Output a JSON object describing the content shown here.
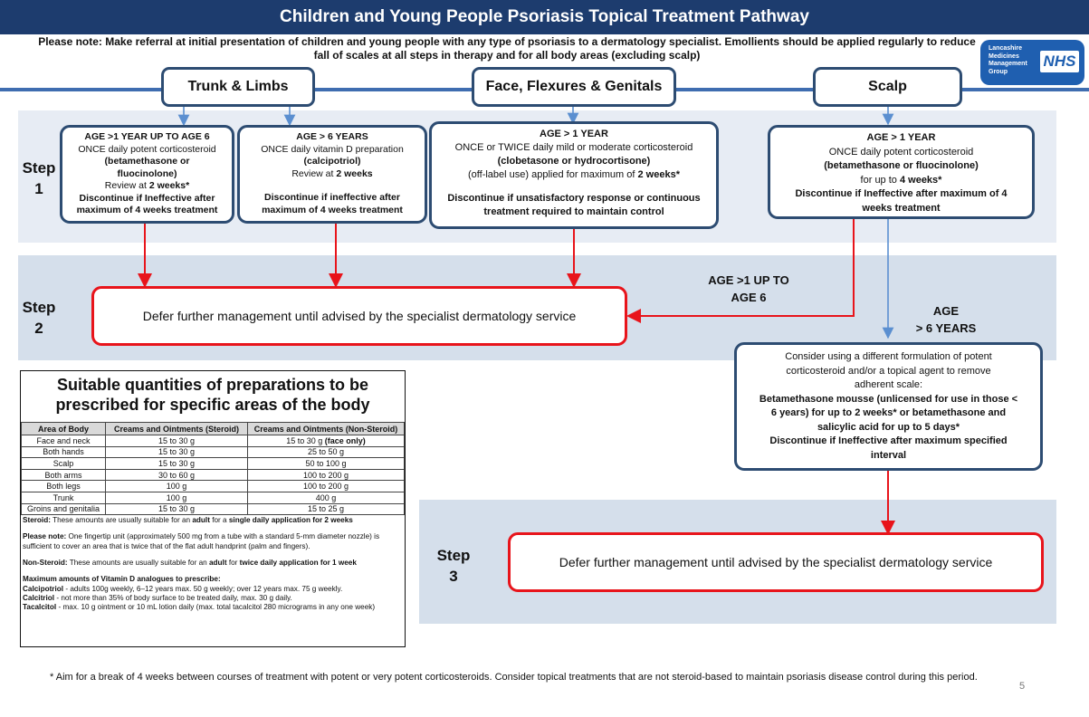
{
  "title": "Children and Young People Psoriasis Topical Treatment Pathway",
  "note": "Please note: Make referral at initial presentation of children and young people with any type of psoriasis to a dermatology specialist. Emollients should be applied regularly to reduce fall of scales at all steps in therapy and for all body areas (excluding scalp)",
  "logo": {
    "text": "Lancashire Medicines Management Group",
    "nhs": "NHS"
  },
  "headers": {
    "trunk": "Trunk & Limbs",
    "face": "Face, Flexures & Genitals",
    "scalp": "Scalp"
  },
  "steps": {
    "step1": {
      "word": "Step",
      "num": "1"
    },
    "step2": {
      "word": "Step",
      "num": "2"
    },
    "step3": {
      "word": "Step",
      "num": "3"
    }
  },
  "boxes": {
    "trunk_young": {
      "age": "AGE >1 YEAR UP TO AGE 6",
      "l1": "ONCE daily potent corticosteroid",
      "l2": "(betamethasone or",
      "l3": "fluocinolone)",
      "review": "Review at ",
      "review_b": "2 weeks*",
      "disc1": "Discontinue if Ineffective after",
      "disc2": "maximum of 4 weeks treatment"
    },
    "trunk_older": {
      "age": "AGE > 6 YEARS",
      "l1": "ONCE daily vitamin D preparation",
      "l2": "(calcipotriol)",
      "review": "Review at ",
      "review_b": "2 weeks",
      "disc1": "Discontinue if ineffective after",
      "disc2": "maximum of 4 weeks treatment"
    },
    "face": {
      "age": "AGE > 1 YEAR",
      "l1": "ONCE or TWICE daily mild or moderate corticosteroid",
      "l2": "(clobetasone or hydrocortisone)",
      "l3": "(off-label use) applied for maximum of ",
      "l3_b": "2 weeks*",
      "disc1": "Discontinue if unsatisfactory response or continuous",
      "disc2": "treatment required to maintain control"
    },
    "scalp": {
      "age": "AGE > 1 YEAR",
      "l1": "ONCE daily potent corticosteroid",
      "l2": "(betamethasone or fluocinolone)",
      "l3": "for up to ",
      "l3_b": "4 weeks*",
      "disc1": "Discontinue if Ineffective after maximum of 4",
      "disc2": "weeks treatment"
    },
    "scalp_step2": {
      "l1": "Consider using a different formulation of potent",
      "l2": "corticosteroid and/or a topical agent to remove",
      "l3": "adherent scale:",
      "b1": "Betamethasone mousse (unlicensed for use in those <",
      "b2": "6 years) for up to 2 weeks* or betamethasone and",
      "b3": "salicylic acid for up to 5 days*",
      "b4": "Discontinue if Ineffective after maximum specified",
      "b5": "interval"
    }
  },
  "defer_text": "Defer further management until advised by the specialist dermatology service",
  "labels": {
    "age_1_6_a": "AGE >1 UP TO",
    "age_1_6_b": "AGE 6",
    "age_6_a": "AGE",
    "age_6_b": "> 6 YEARS"
  },
  "quantities": {
    "title1": "Suitable quantities of preparations to be",
    "title2": "prescribed for specific areas of the body",
    "columns": [
      "Area of Body",
      "Creams and Ointments (Steroid)",
      "Creams and Ointments (Non-Steroid)"
    ],
    "rows": [
      [
        "Face and neck",
        "15 to 30 g",
        "15 to 30 g"
      ],
      [
        "Both hands",
        "15 to 30 g",
        "25 to 50 g"
      ],
      [
        "Scalp",
        "15 to 30 g",
        "50 to 100 g"
      ],
      [
        "Both arms",
        "30 to 60 g",
        "100 to 200 g"
      ],
      [
        "Both legs",
        "100 g",
        "100 to 200 g"
      ],
      [
        "Trunk",
        "100 g",
        "400 g"
      ],
      [
        "Groins and genitalia",
        "15 to 30 g",
        "15 to 25 g"
      ]
    ],
    "face_only": " (face only)",
    "steroid_b": "Steroid:",
    "steroid_t1": " These amounts are usually suitable for an ",
    "steroid_adult": "adult",
    "steroid_t2": " for a ",
    "steroid_b2": "single daily application for 2 weeks",
    "please_b": "Please note:",
    "please_t": " One fingertip unit (approximately 500 mg from a tube with a standard 5-mm diameter nozzle) is sufficient to cover an area that is twice that of the flat adult handprint (palm and fingers).",
    "nonsteroid_b": "Non-Steroid:",
    "nonsteroid_t1": " These amounts are usually suitable for an ",
    "nonsteroid_adult": "adult",
    "nonsteroid_t2": " for ",
    "nonsteroid_b2": "twice daily application for 1 week",
    "vitd_b": "Maximum amounts of Vitamin D analogues to prescribe:",
    "calcipotriol_b": "Calcipotriol",
    "calcipotriol_t": " - adults 100g weekly, 6–12 years max. 50 g weekly; over 12 years max. 75 g weekly.",
    "calcitriol_b": "Calcitriol",
    "calcitriol_t": " - not more than 35% of body surface to be treated daily, max. 30 g daily.",
    "tacalcitol_b": "Tacalcitol",
    "tacalcitol_t": " - max. 10 g ointment or 10 mL lotion daily (max. total tacalcitol 280 micrograms in any one week)"
  },
  "footnote": "* Aim for a break of 4 weeks between courses of treatment with potent or very potent corticosteroids. Consider topical treatments that are not steroid-based to maintain psoriasis disease control during this period.",
  "page_number": "5",
  "colors": {
    "navy": "#1d3c6e",
    "box_border": "#2d4c72",
    "red": "#e8141b",
    "arrow_blue": "#5b8fd0",
    "band1": "#e7ecf4",
    "band2": "#d5dfeb"
  }
}
